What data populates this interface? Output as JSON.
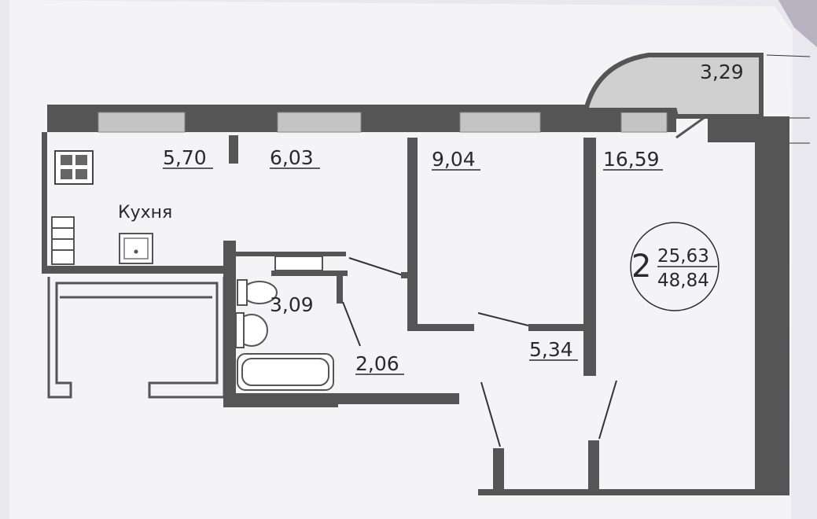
{
  "areas": {
    "living_kitchen": "5,70",
    "kitchen": "6,03",
    "room_middle": "9,04",
    "room_right": "16,59",
    "balcony": "3,29",
    "bathroom": "3,09",
    "hall": "2,06",
    "corridor": "5,34"
  },
  "room_names": {
    "kitchen": "Кухня"
  },
  "summary": {
    "rooms_count": "2",
    "living_area": "25,63",
    "total_area": "48,84"
  },
  "colors": {
    "wall": "#555555",
    "paper": "#f4f4f6",
    "window": "#c4c4c4",
    "ink": "#2a2a2a"
  }
}
